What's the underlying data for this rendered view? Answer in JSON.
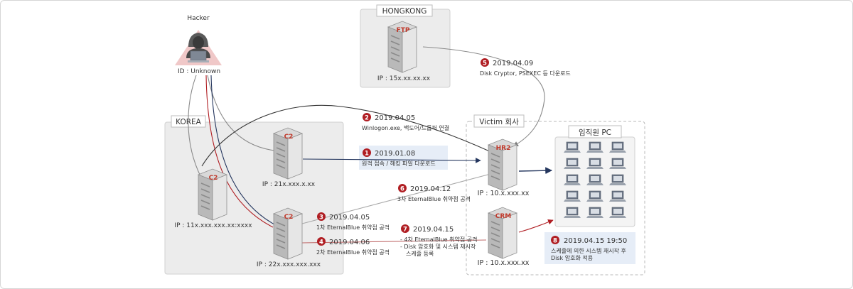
{
  "hacker": {
    "label": "Hacker",
    "id": "ID : Unknown"
  },
  "regions": {
    "hongkong": "HONGKONG",
    "korea": "KOREA",
    "victim": "Victim 회사",
    "employee": "임직원 PC"
  },
  "servers": {
    "ftp": {
      "tag": "FTP",
      "ip": "IP : 15x.xx.xx.xx"
    },
    "c2a": {
      "tag": "C2",
      "ip": "IP : 21x.xxx.x.xx"
    },
    "c2b": {
      "tag": "C2",
      "ip": "IP : 11x.xxx.xxx.xx:xxxx"
    },
    "c2c": {
      "tag": "C2",
      "ip": "IP : 22x.xxx.xxx.xxx"
    },
    "hr2": {
      "tag": "HR2",
      "ip": "IP : 10.x.xxx.xx"
    },
    "crm": {
      "tag": "CRM",
      "ip": "IP : 10.x.xxx.xx"
    }
  },
  "steps": [
    {
      "num": "1",
      "date": "2019.01.08",
      "desc": "원격 접속 / 해킹 파일 다운로드"
    },
    {
      "num": "2",
      "date": "2019.04.05",
      "desc": "Winlogon.exe, 백도어/드롭퍼 연결"
    },
    {
      "num": "3",
      "date": "2019.04.05",
      "desc": "1차 EternalBlue 취약점 공격"
    },
    {
      "num": "4",
      "date": "2019.04.06",
      "desc": "2차 EternalBlue 취약점 공격"
    },
    {
      "num": "5",
      "date": "2019.04.09",
      "desc": "Disk Cryptor, PSEXEC 등 다운로드"
    },
    {
      "num": "6",
      "date": "2019.04.12",
      "desc": "3차 EternalBlue 취약점 공격"
    },
    {
      "num": "7",
      "date": "2019.04.15",
      "desc1": "- 4차 EternalBlue 취약점 공격",
      "desc2": "- Disk 암호화 및 시스템 재시작",
      "desc3": "스케줄 등록"
    },
    {
      "num": "8",
      "date": "2019.04.15 19:50",
      "desc1": "스케줄에 의한 시스템 재시작 후",
      "desc2": "Disk 암호화 적용"
    }
  ],
  "colors": {
    "accent": "#b01e23",
    "navy": "#24365e",
    "gray": "#8a8a8a"
  }
}
